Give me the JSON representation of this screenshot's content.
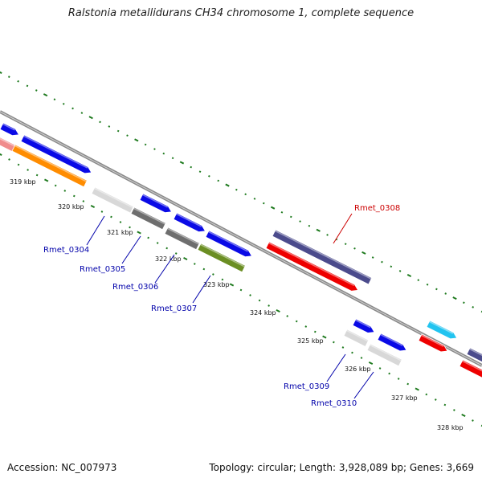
{
  "title": "Ralstonia metallidurans CH34 chromosome 1, complete sequence",
  "footer": {
    "accession": "Accession: NC_007973",
    "stats": "Topology: circular; Length: 3,928,089 bp; Genes: 3,669"
  },
  "colors": {
    "backbone": "#8a8a8a",
    "ticks": "#1e7a1e",
    "label_blue": "#0000aa",
    "label_red": "#cc0000",
    "blue": "#0a0ae6",
    "orange": "#ff8c00",
    "pink": "#f08c8c",
    "white": "#d8d8d8",
    "gray": "#6e6e6e",
    "olive": "#6b8e23",
    "navy": "#4b4b8c",
    "red": "#ee0000",
    "cyan": "#22c4f0"
  },
  "ticks": [
    "319 kbp",
    "320 kbp",
    "321 kbp",
    "322 kbp",
    "323 kbp",
    "324 kbp",
    "325 kbp",
    "326 kbp",
    "327 kbp",
    "328 kbp"
  ],
  "gene_labels": [
    {
      "text": "Rmet_0304",
      "color": "blue"
    },
    {
      "text": "Rmet_0305",
      "color": "blue"
    },
    {
      "text": "Rmet_0306",
      "color": "blue"
    },
    {
      "text": "Rmet_0307",
      "color": "blue"
    },
    {
      "text": "Rmet_0308",
      "color": "red"
    },
    {
      "text": "Rmet_0309",
      "color": "blue"
    },
    {
      "text": "Rmet_0310",
      "color": "blue"
    }
  ]
}
